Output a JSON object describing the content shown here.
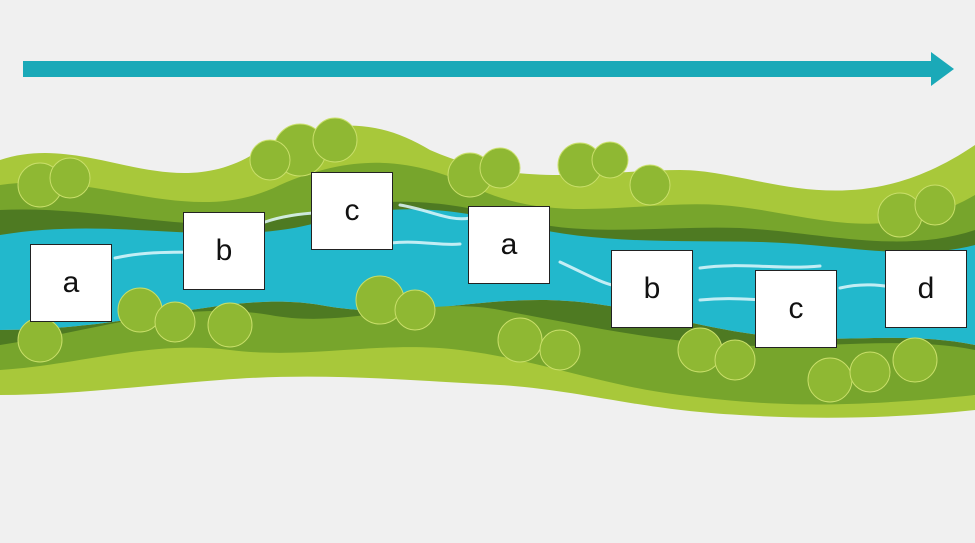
{
  "colors": {
    "background": "#f0f0f0",
    "arrow": "#1aa9b8",
    "river": "#22b8cc",
    "river_highlight": "#dff7fb",
    "bank_dark": "#4e7a22",
    "bank_mid": "#77a52c",
    "bank_light": "#a8c83a"
  },
  "arrow": {
    "icon": "right-arrow-icon"
  },
  "labels": [
    "a",
    "b",
    "c",
    "a",
    "b",
    "c",
    "d"
  ]
}
